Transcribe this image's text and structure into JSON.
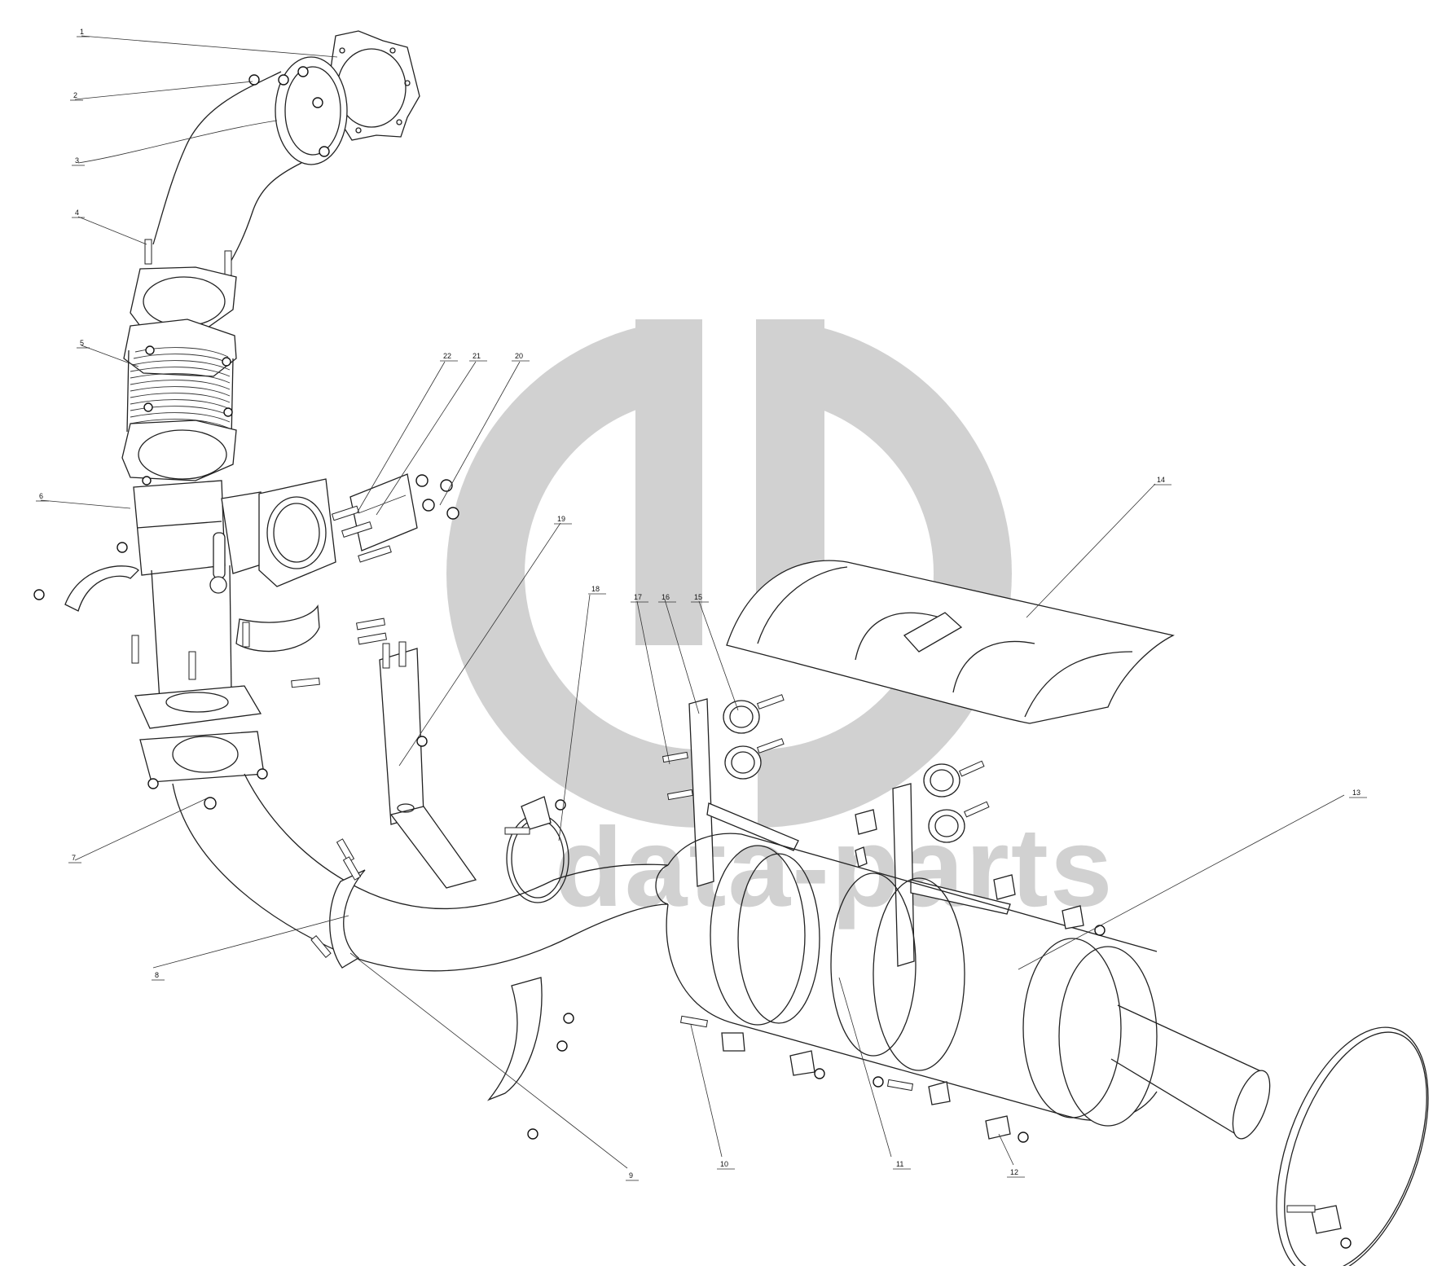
{
  "diagram": {
    "watermark_text": "data-parts",
    "watermark_color": "#cfcfcf",
    "line_color": "#222222",
    "callouts": [
      "1",
      "2",
      "3",
      "4",
      "5",
      "6",
      "7",
      "8",
      "9",
      "10",
      "11",
      "12",
      "13",
      "14",
      "15",
      "16",
      "17",
      "18",
      "19",
      "20",
      "21",
      "22"
    ]
  }
}
